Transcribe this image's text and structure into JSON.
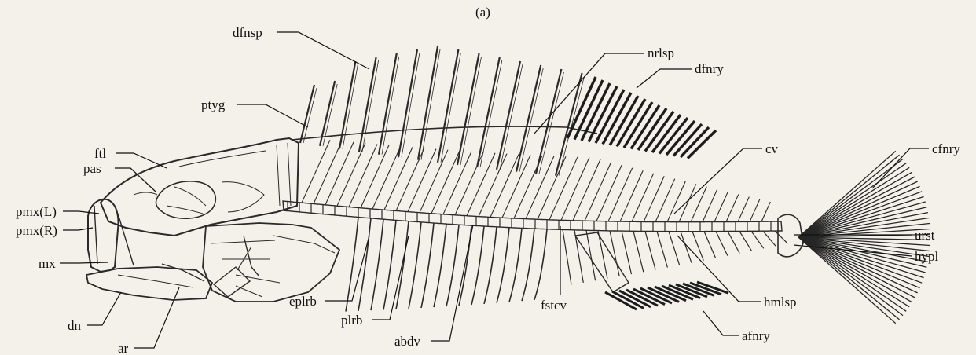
{
  "figure": {
    "panel_label": "(a)"
  },
  "labels": {
    "dfnsp": "dfnsp",
    "nrlsp": "nrlsp",
    "dfnry": "dfnry",
    "ptyg": "ptyg",
    "ftl": "ftl",
    "pas": "pas",
    "pmx_l": "pmx(L)",
    "pmx_r": "pmx(R)",
    "mx": "mx",
    "dn": "dn",
    "ar": "ar",
    "eplrb": "eplrb",
    "plrb": "plrb",
    "abdv": "abdv",
    "fstcv": "fstcv",
    "afnry": "afnry",
    "hmlsp": "hmlsp",
    "cv": "cv",
    "cfnry": "cfnry",
    "urst": "urst",
    "hypl": "hypl"
  },
  "colors": {
    "background": "#f4f1ea",
    "ink": "#111111",
    "bone": "#2a2a2a"
  }
}
